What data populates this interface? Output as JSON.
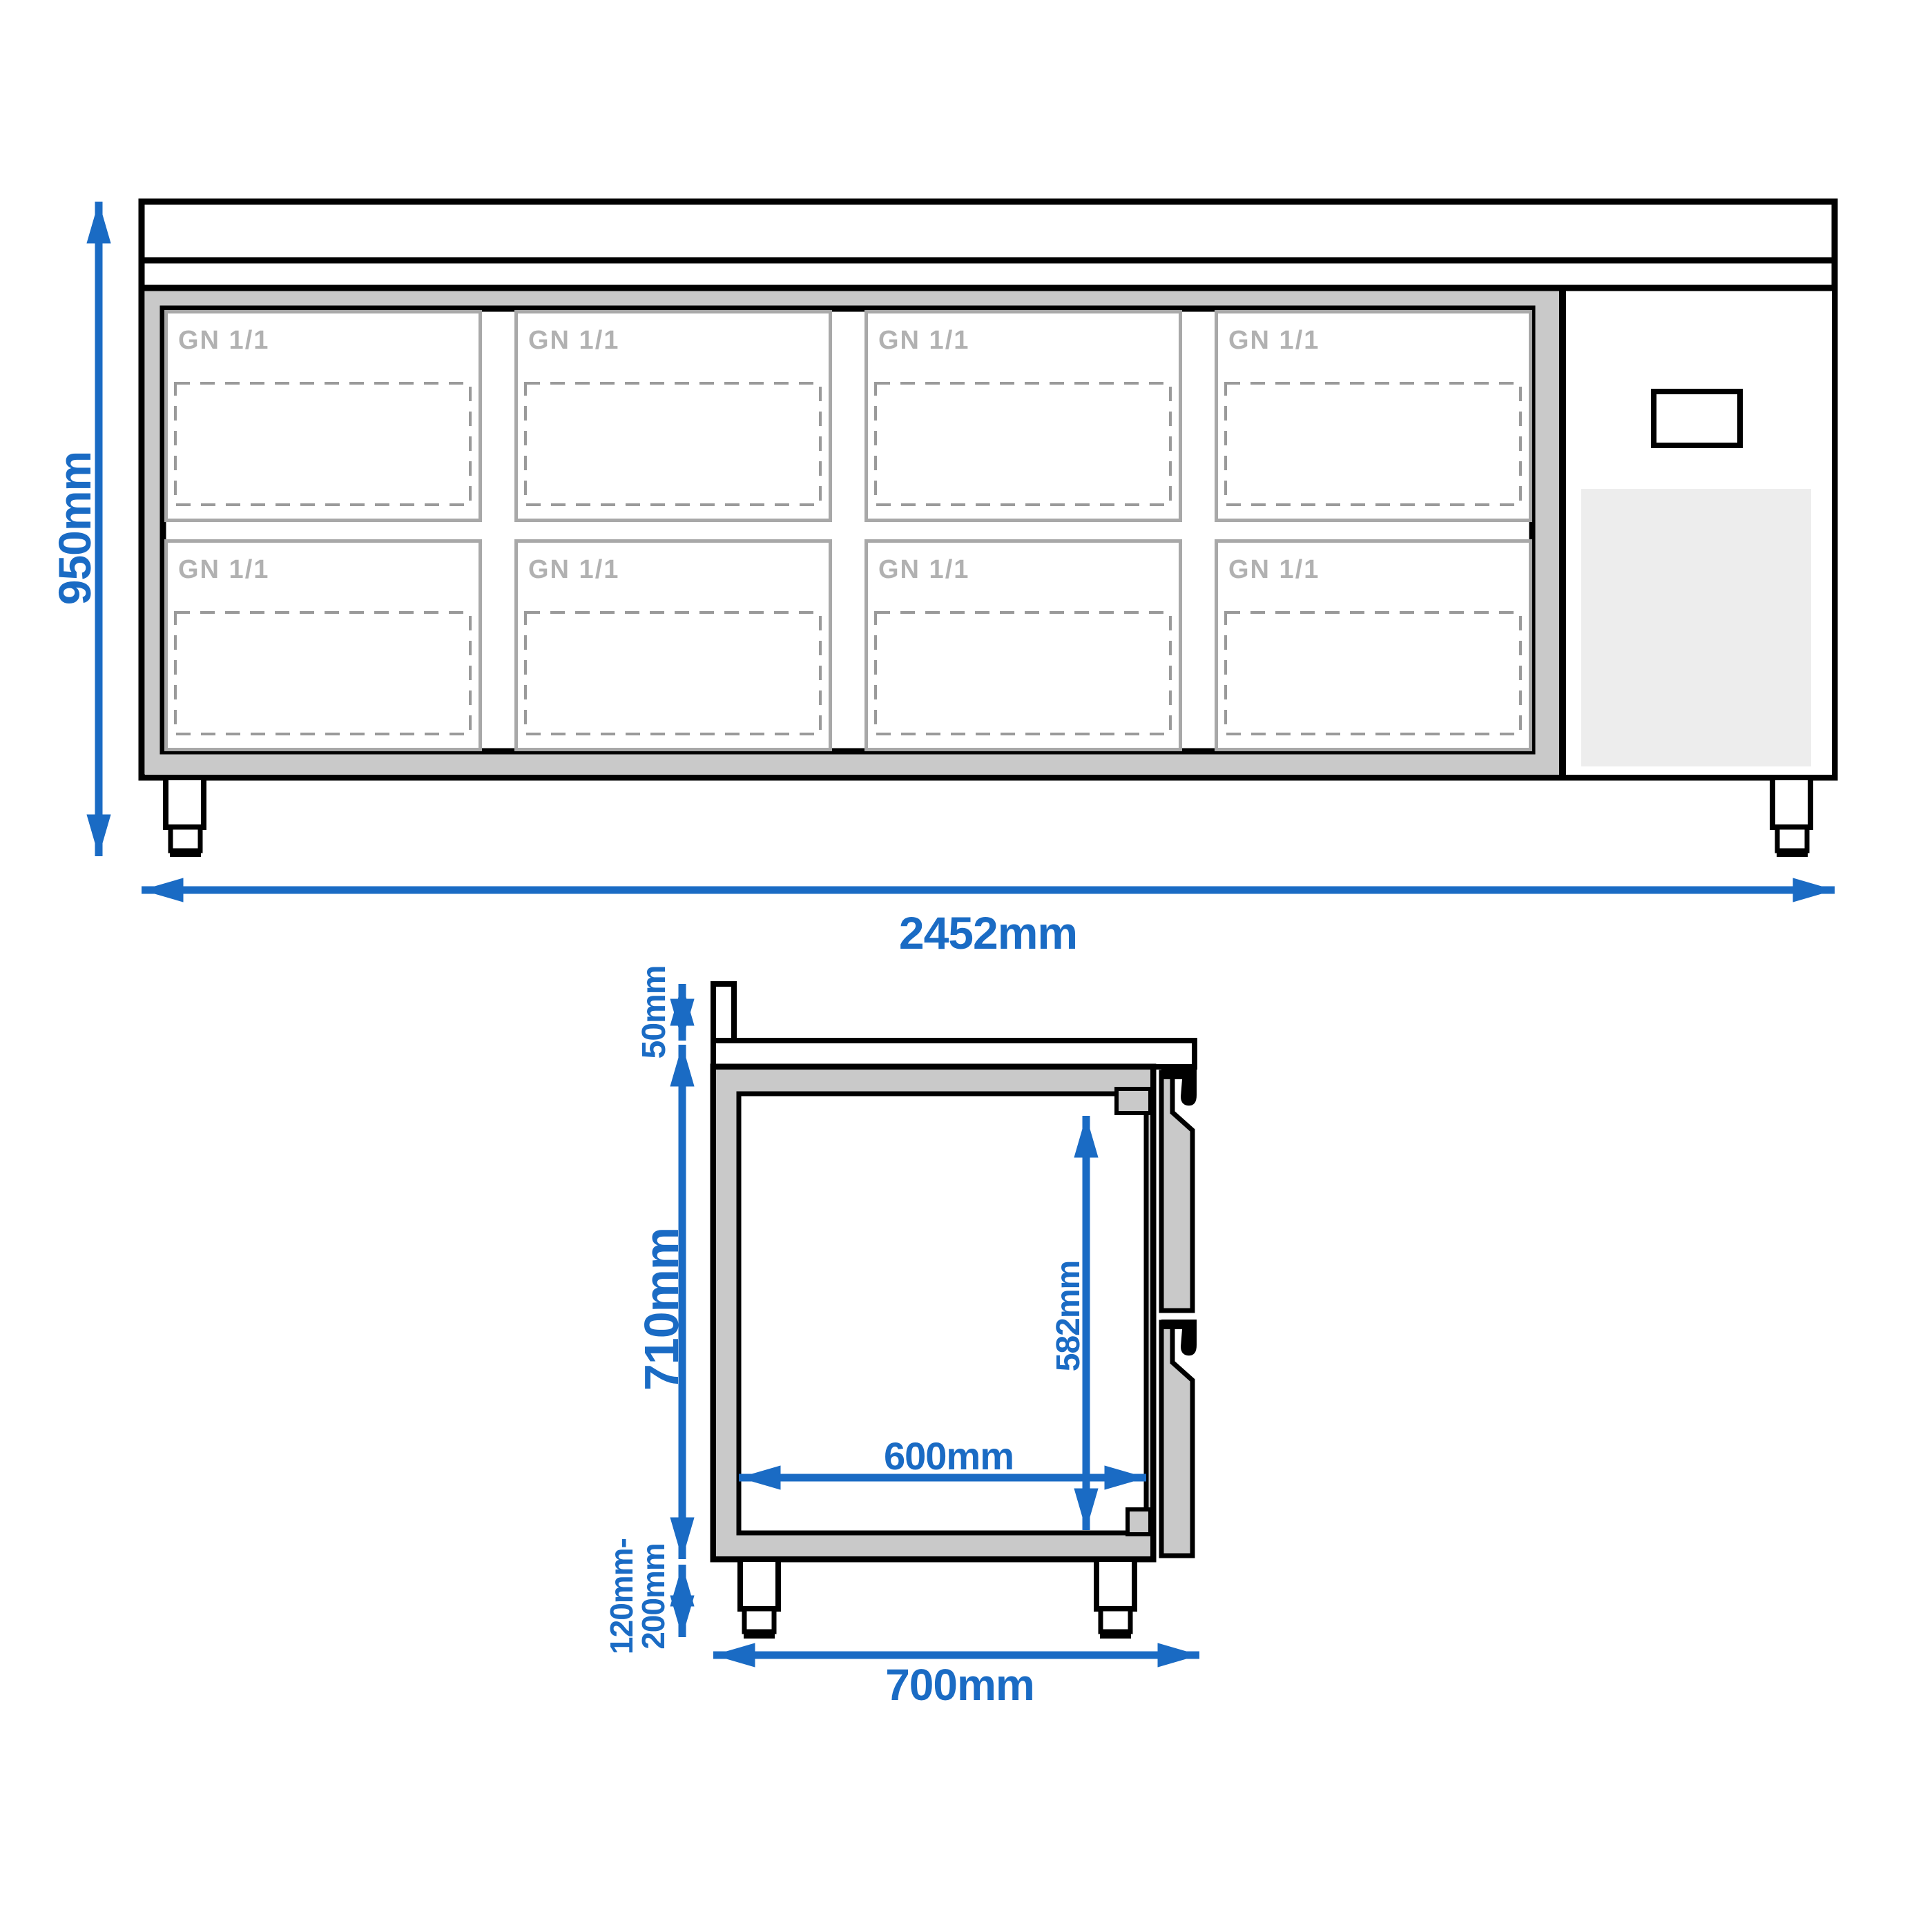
{
  "figure": {
    "type": "technical-drawing",
    "views": [
      "front-elevation",
      "side-section"
    ]
  },
  "front_view": {
    "drawer_label": "GN 1/1",
    "grid": {
      "rows": 2,
      "columns": 4
    },
    "height_dimension": "950mm",
    "width_dimension": "2452mm"
  },
  "side_view": {
    "upstand_height_dimension": "50mm",
    "body_height_dimension": "710mm",
    "leg_height_line1": "120mm-",
    "leg_height_line2": "200mm",
    "inner_width_dimension": "600mm",
    "inner_height_dimension": "582mm",
    "total_depth_dimension": "700mm"
  },
  "colors": {
    "dimension_blue": "#1a6bc4",
    "body_gray": "#c9c9c9",
    "vent_gray": "#ededed",
    "drawer_label_gray": "#b1b1b1",
    "drawer_border_gray": "#a8a8a8",
    "dash_gray": "#9a9a9a",
    "outline_black": "#000000",
    "background": "#ffffff"
  }
}
